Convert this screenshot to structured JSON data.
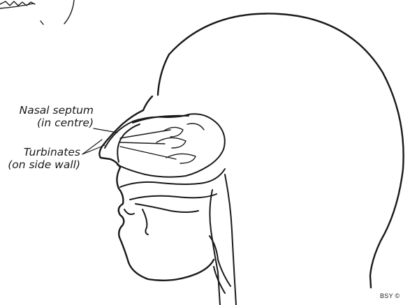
{
  "labels": {
    "septum": {
      "line1": "Nasal septum",
      "line2": "(in centre)"
    },
    "turbinates": {
      "line1": "Turbinates",
      "line2": "(on side wall)"
    }
  },
  "credit": "BSY ©",
  "colors": {
    "ink": "#1a1a1a",
    "background": "#ffffff"
  }
}
